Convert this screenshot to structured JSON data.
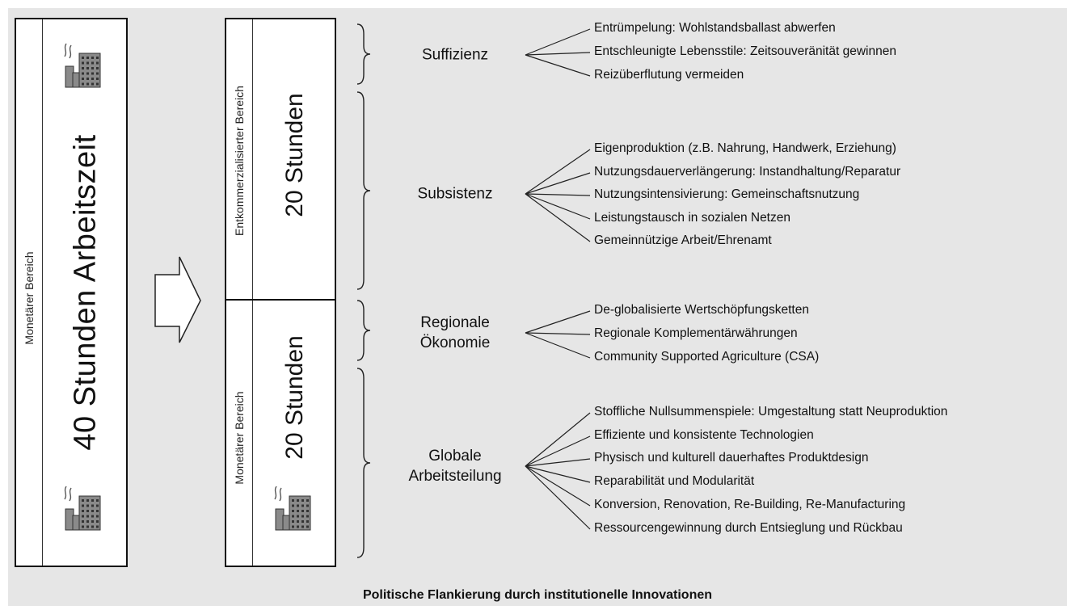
{
  "left_box": {
    "side_label": "Monetärer Bereich",
    "main_label": "40 Stunden Arbeitszeit",
    "icon": "factory-icon"
  },
  "arrow": {
    "icon": "arrow-right-icon"
  },
  "middle_box": {
    "top": {
      "side_label": "Entkommerzialisierter Bereich",
      "main_label": "20 Stunden"
    },
    "bottom": {
      "side_label": "Monetärer Bereich",
      "main_label": "20 Stunden",
      "icon": "factory-icon"
    }
  },
  "categories": [
    {
      "name": "Suffizienz",
      "items": [
        "Entrümpelung: Wohlstandsballast abwerfen",
        "Entschleunigte Lebensstile: Zeitsouveränität gewinnen",
        "Reizüberflutung vermeiden"
      ]
    },
    {
      "name": "Subsistenz",
      "items": [
        "Eigenproduktion (z.B. Nahrung, Handwerk, Erziehung)",
        "Nutzungsdauerverlängerung: Instandhaltung/Reparatur",
        "Nutzungsintensivierung: Gemeinschaftsnutzung",
        "Leistungstausch in sozialen Netzen",
        "Gemeinnützige Arbeit/Ehrenamt"
      ]
    },
    {
      "name": "Regionale Ökonomie",
      "name_lines": [
        "Regionale",
        "Ökonomie"
      ],
      "items": [
        "De-globalisierte Wertschöpfungsketten",
        "Regionale Komplementärwährungen",
        "Community Supported Agriculture (CSA)"
      ]
    },
    {
      "name": "Globale Arbeitsteilung",
      "name_lines": [
        "Globale",
        "Arbeitsteilung"
      ],
      "items": [
        "Stoffliche Nullsummenspiele: Umgestaltung statt Neuproduktion",
        "Effiziente und konsistente Technologien",
        "Physisch und kulturell dauerhaftes Produktdesign",
        "Reparabilität und Modularität",
        "Konversion, Renovation, Re-Building, Re-Manufacturing",
        "Ressourcengewinnung durch Entsieglung und Rückbau"
      ]
    }
  ],
  "footer": "Politische Flankierung durch institutionelle Innovationen",
  "colors": {
    "panel_bg": "#e6e6e6",
    "box_bg": "#ffffff",
    "ink": "#111111",
    "factory": "#8a8a8a"
  }
}
